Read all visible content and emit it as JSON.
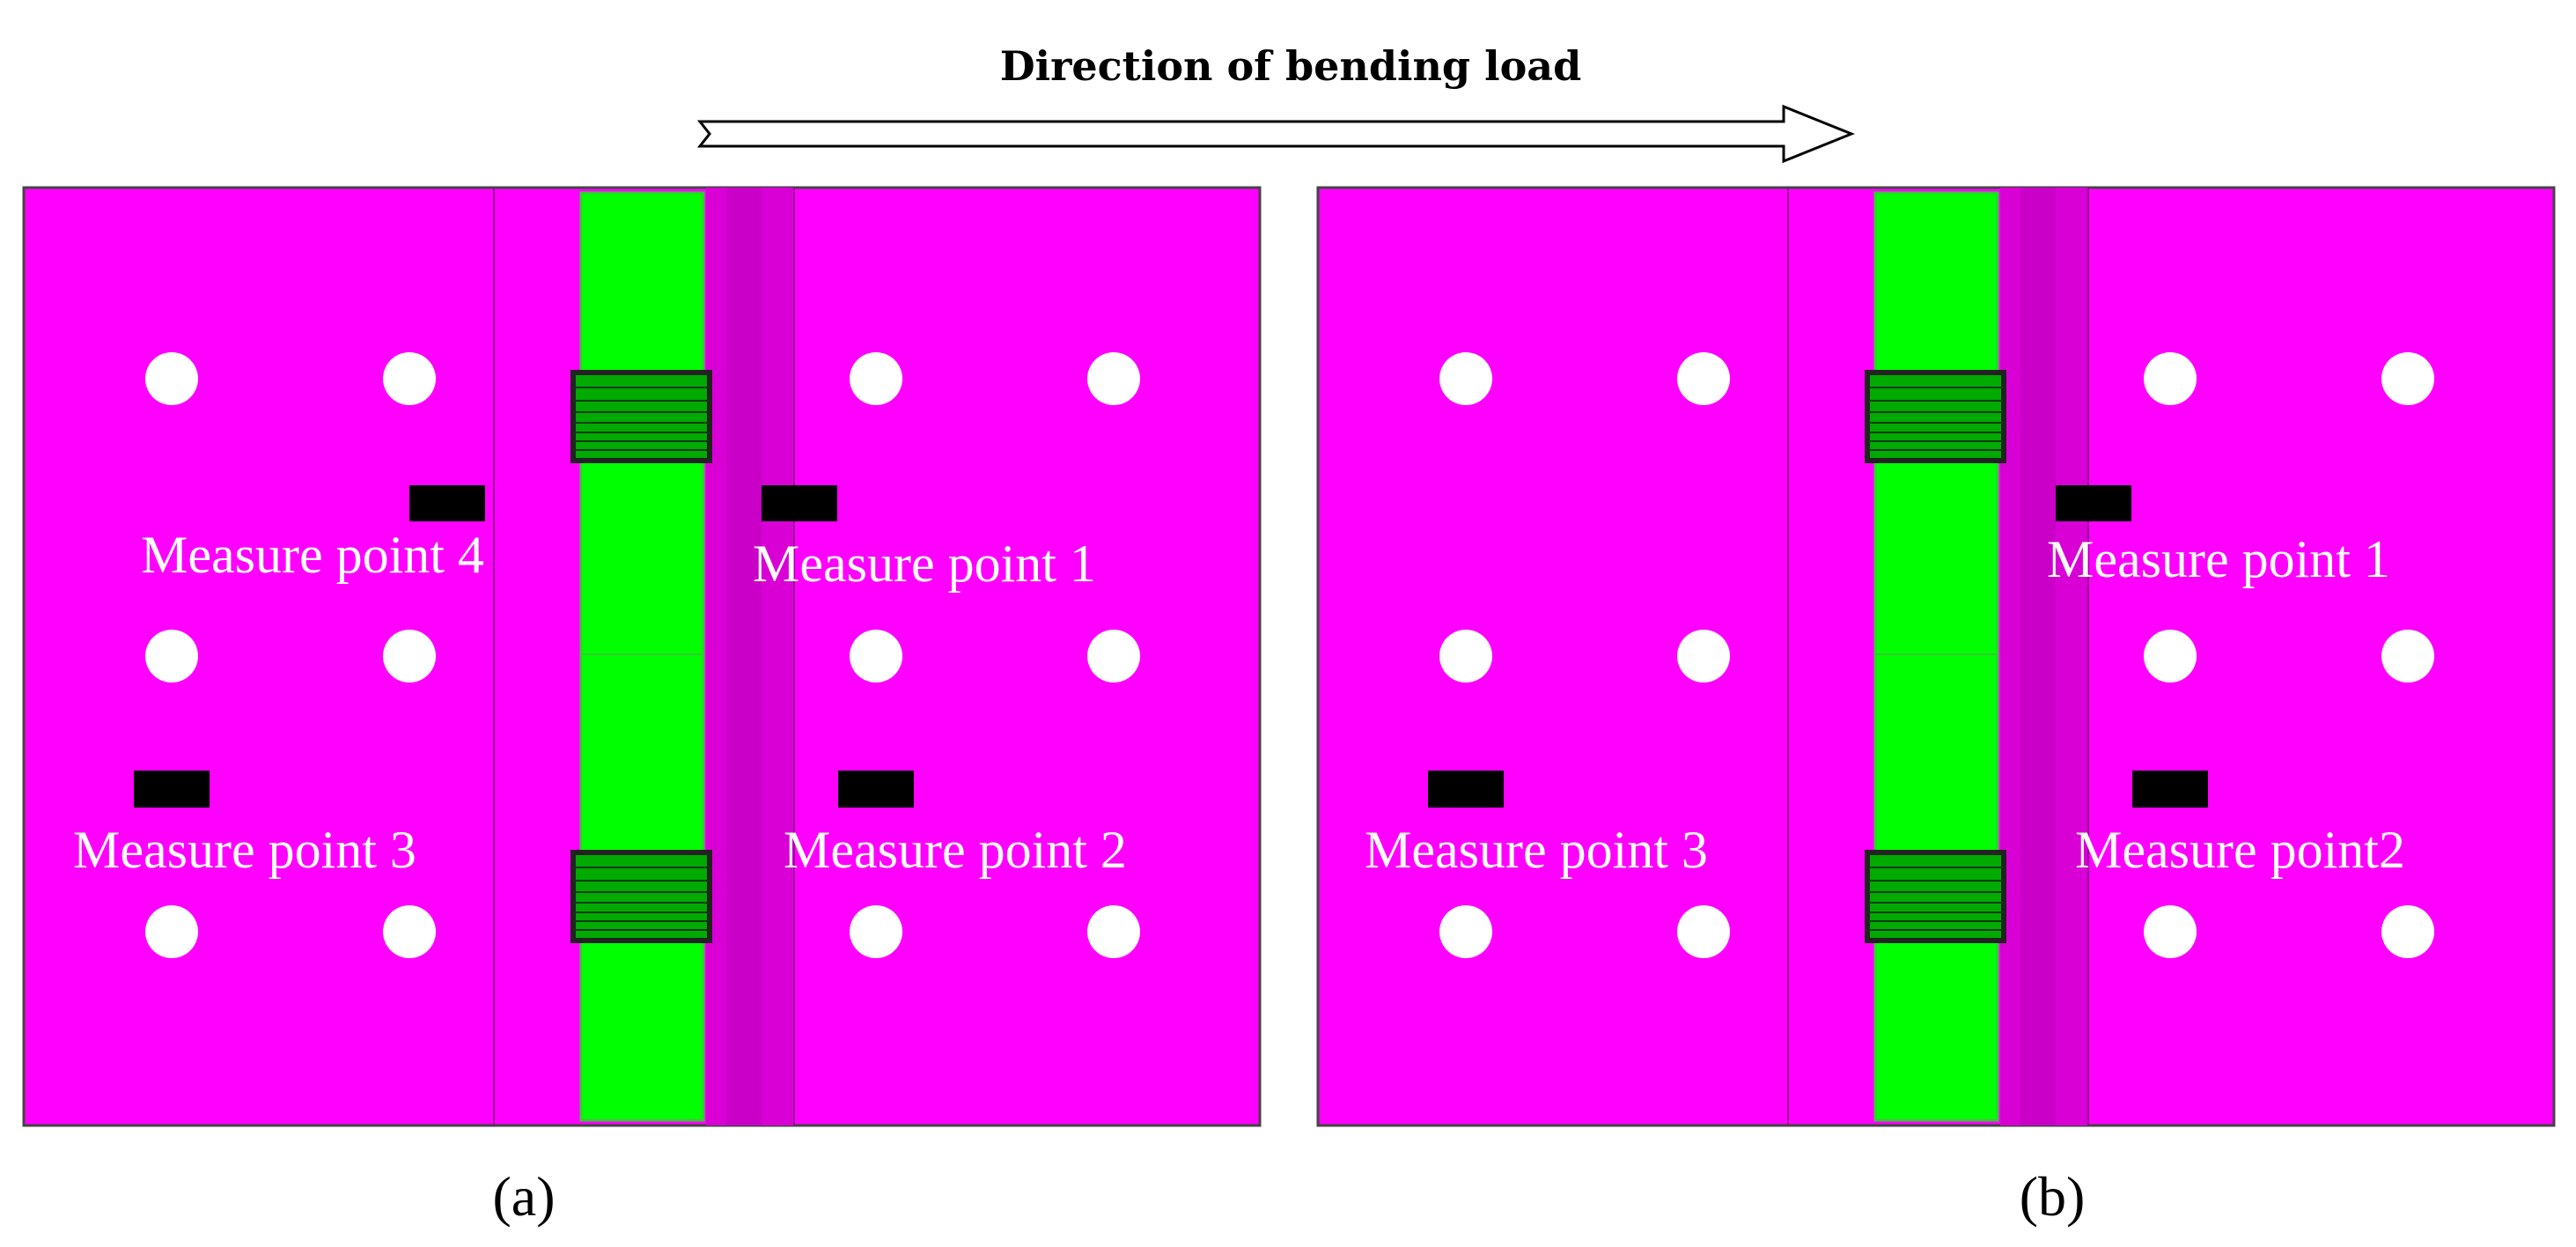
{
  "title": "Direction of bending load",
  "colors": {
    "plate": "#ff00ff",
    "plate_dark": "#d900d6",
    "flange": "#00ff00",
    "bolt": "#ffffff",
    "gauge": "#000000",
    "arrow_fill": "#ffffff",
    "arrow_stroke": "#000000"
  },
  "panels": [
    {
      "id": "a",
      "caption": "(a)",
      "gauges": [
        {
          "id": "4",
          "label": "Measure point 4"
        },
        {
          "id": "1",
          "label": "Measure point 1"
        },
        {
          "id": "3",
          "label": "Measure point 3"
        },
        {
          "id": "2",
          "label": "Measure point 2"
        }
      ]
    },
    {
      "id": "b",
      "caption": "(b)",
      "gauges": [
        {
          "id": "1",
          "label": "Measure point 1"
        },
        {
          "id": "3",
          "label": "Measure point 3"
        },
        {
          "id": "2",
          "label": "Measure point2"
        }
      ]
    }
  ]
}
